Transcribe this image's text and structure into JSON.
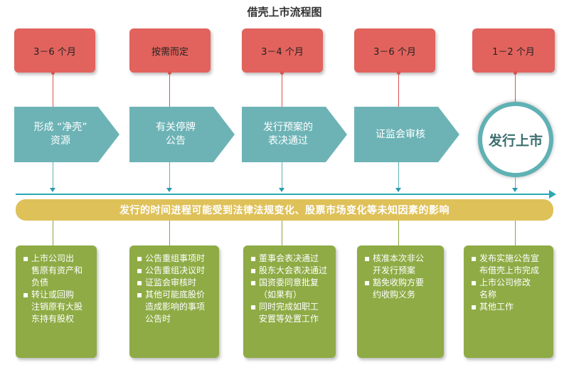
{
  "title": "借壳上市流程图",
  "stages": [
    {
      "duration": "3－6 个月",
      "label": "形成 “净壳”\n资源",
      "items": [
        "上市公司出\n售原有资产和\n负债",
        "转让或回购\n注销原有大股\n东持有股权"
      ]
    },
    {
      "duration": "按需而定",
      "label": "有关停牌\n公告",
      "items": [
        "公告重组事项时",
        "公告重组决议时",
        "证监会审核时",
        "其他可能底股价\n造成影响的事项\n公告时"
      ]
    },
    {
      "duration": "3－4 个月",
      "label": "发行预案的\n表决通过",
      "items": [
        "董事会表决通过",
        "股东大会表决通过",
        "国资委同意批复\n（如果有）",
        "同时完成如职工\n安置等处置工作"
      ]
    },
    {
      "duration": "3－6 个月",
      "label": "证监会审核",
      "items": [
        "核准本次非公\n开发行预案",
        "豁免收购方要\n约收购义务"
      ]
    },
    {
      "duration": "1－2 个月",
      "label": "发行上市",
      "items": [
        "发布实施公告宣\n布借壳上市完成",
        "上市公司修改\n名称",
        "其他工作"
      ]
    }
  ],
  "banner": "发行的时间进程可能受到法律法规变化、股票市场变化等未知因素的影响",
  "colors": {
    "duration": "#e2635d",
    "chevron": "#6db3b6",
    "banner": "#dfc159",
    "detail": "#8eab45"
  }
}
